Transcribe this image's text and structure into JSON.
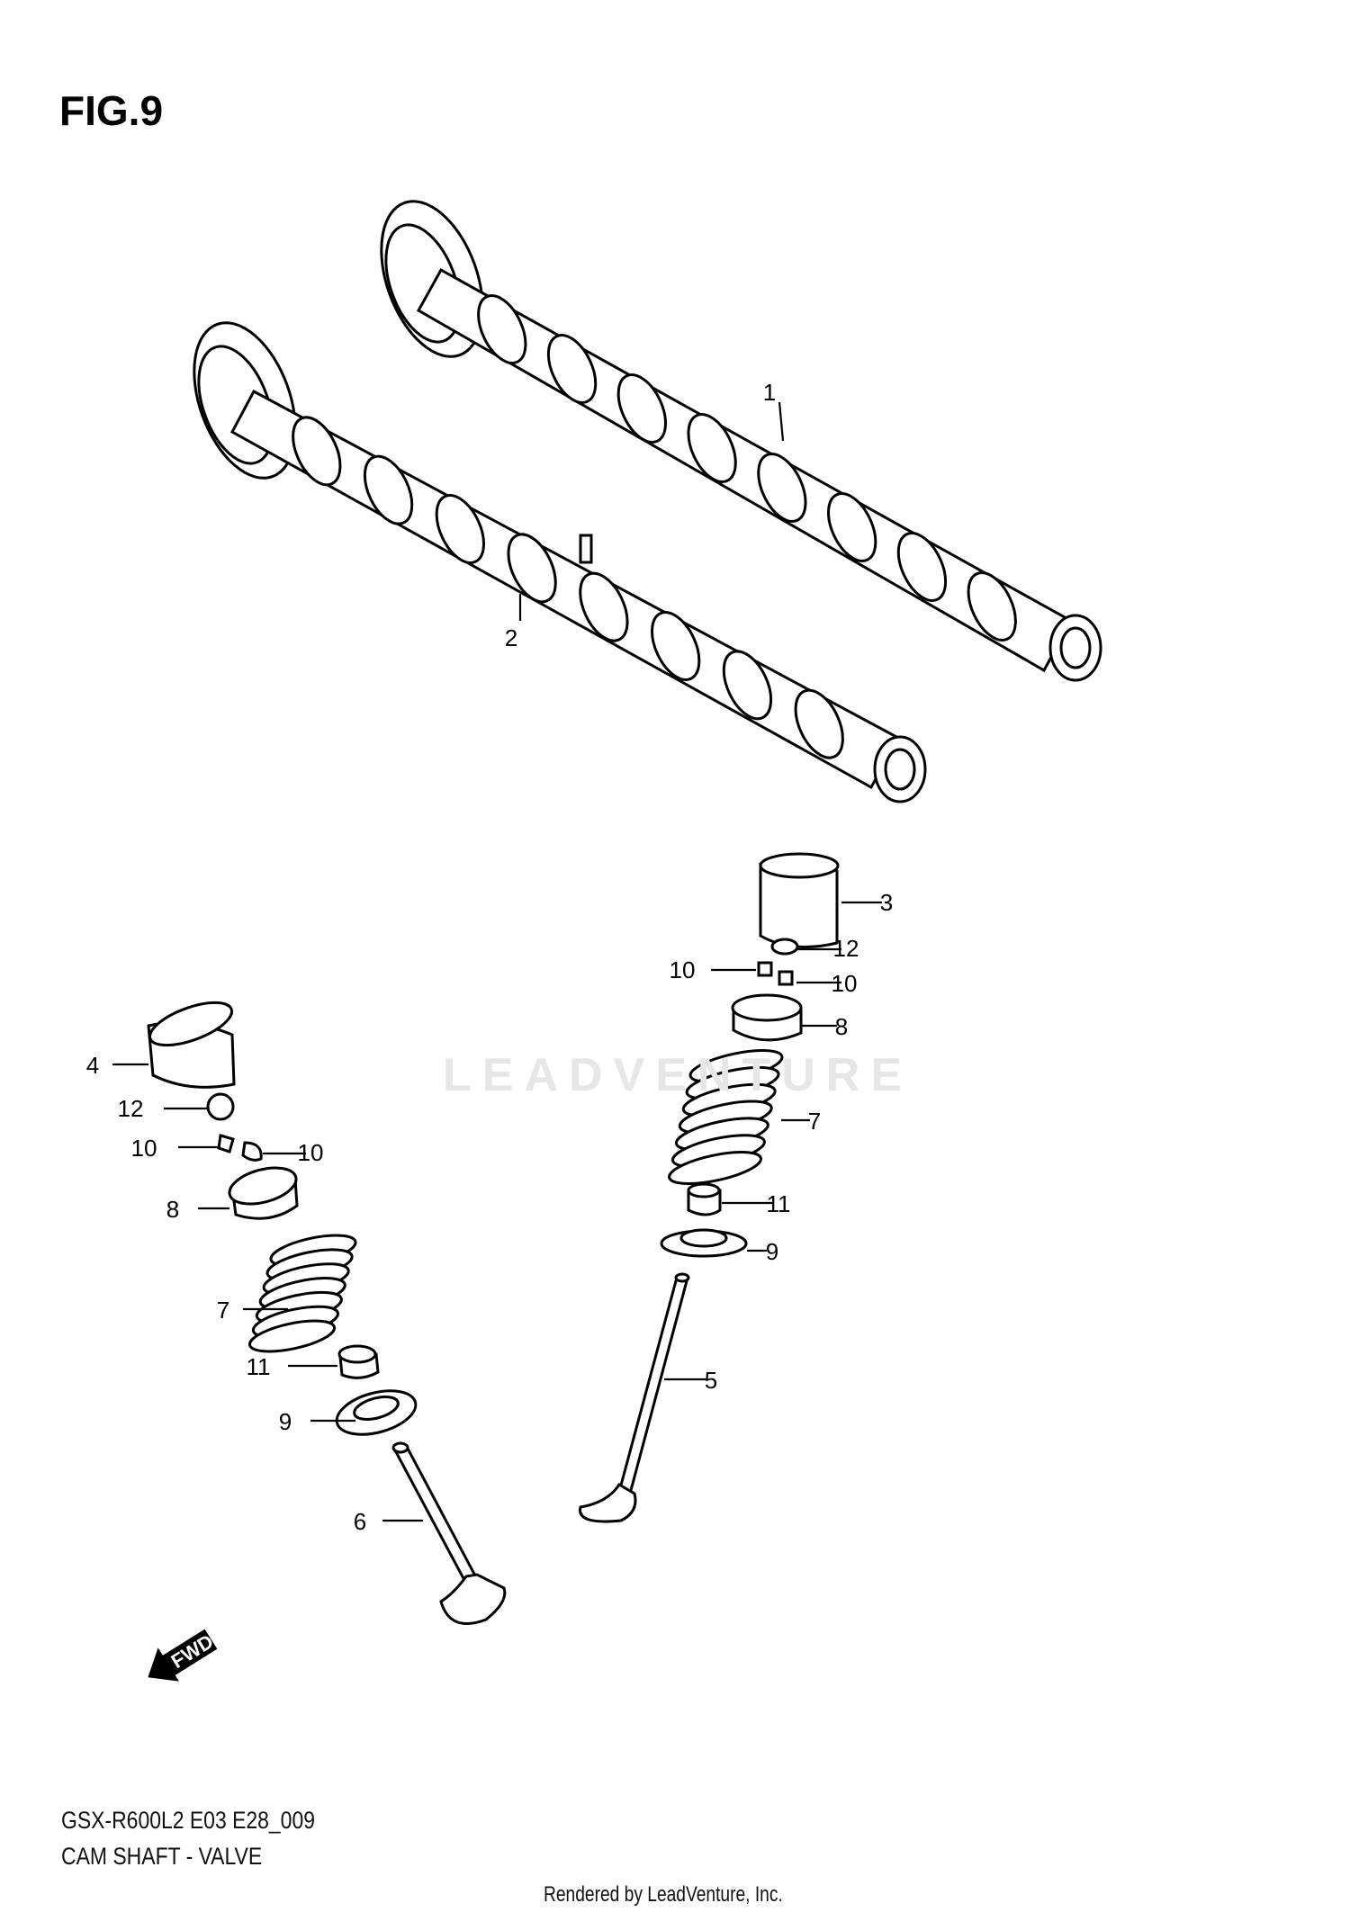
{
  "figure": {
    "title": "FIG.9"
  },
  "footer": {
    "model_code": "GSX-R600L2 E03 E28_009",
    "section_name": "CAM SHAFT - VALVE",
    "rendered_by": "Rendered by LeadVenture, Inc."
  },
  "watermark": "LEADVENTURE",
  "fwd_label": "FWD",
  "callouts": [
    "1",
    "2",
    "3",
    "12",
    "10",
    "10",
    "8",
    "7",
    "11",
    "9",
    "5",
    "4",
    "12",
    "10",
    "10",
    "8",
    "7",
    "11",
    "9",
    "6"
  ]
}
